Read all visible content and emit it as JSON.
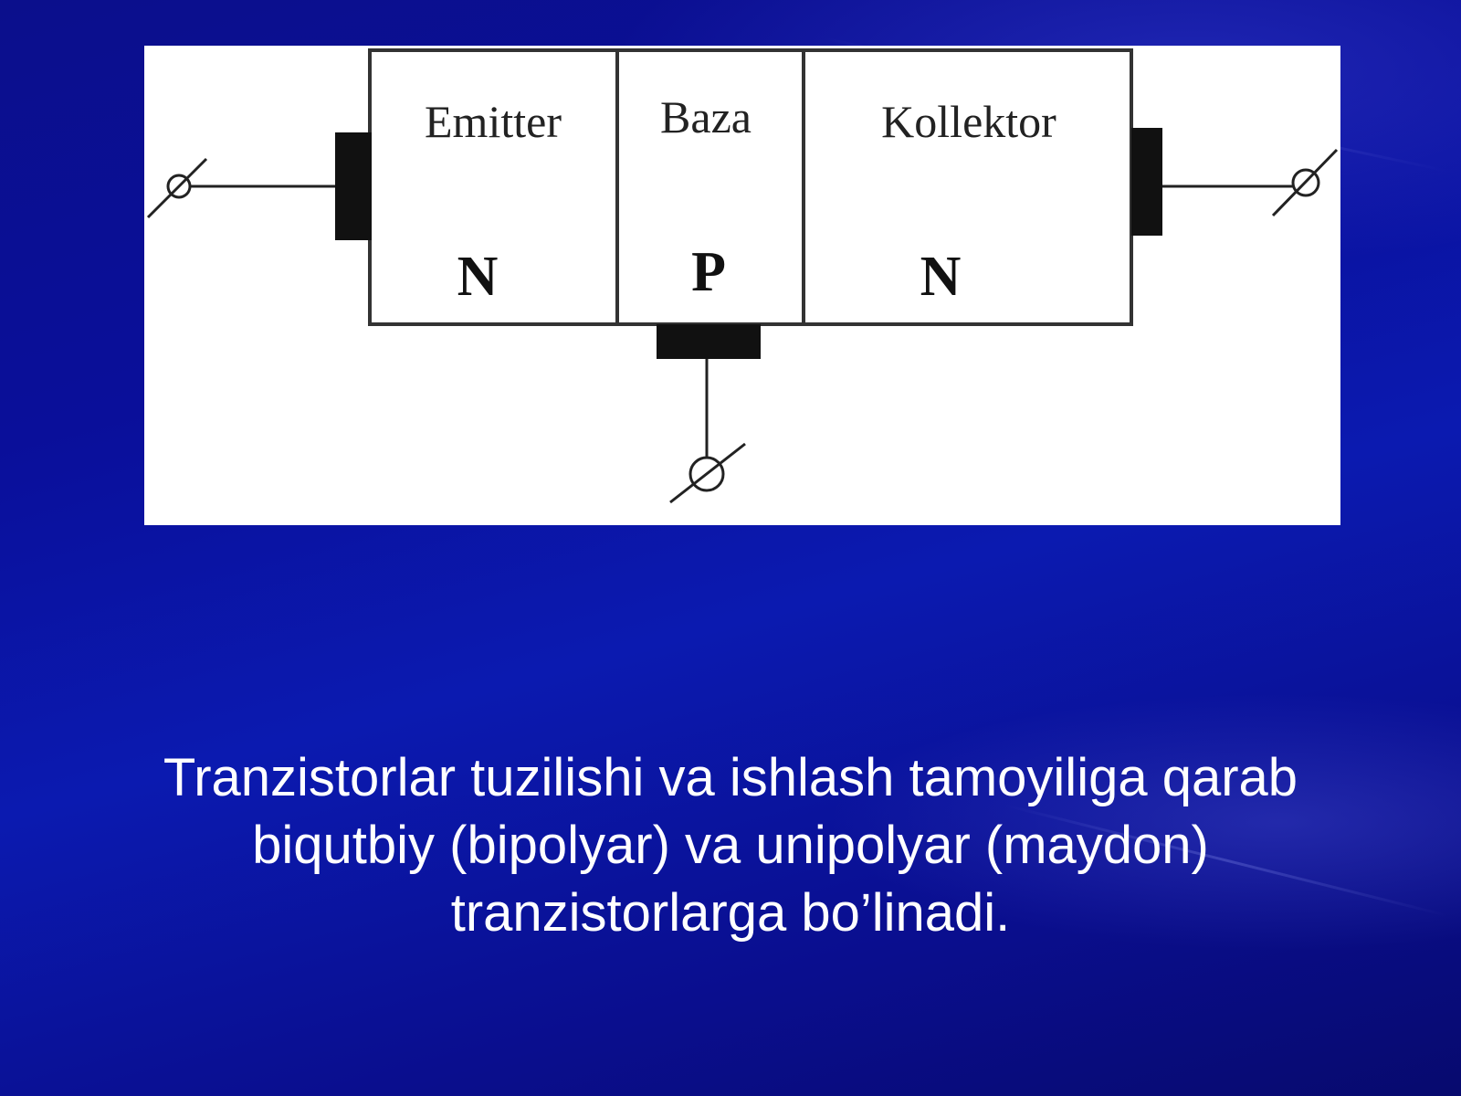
{
  "slide": {
    "background_color": "#0a0f9a",
    "text_color": "#ffffff"
  },
  "diagram": {
    "regions": [
      {
        "name": "Emitter",
        "type": "N"
      },
      {
        "name": "Baza",
        "type": "P"
      },
      {
        "name": "Kollektor",
        "type": "N"
      }
    ]
  },
  "caption": {
    "lines": [
      "Tranzistorlar tuzilishi va ishlash tamoyiliga qarab",
      "biqutbiy (bipolyar) va unipolyar (maydon)",
      "tranzistorlarga bo’linadi."
    ]
  }
}
